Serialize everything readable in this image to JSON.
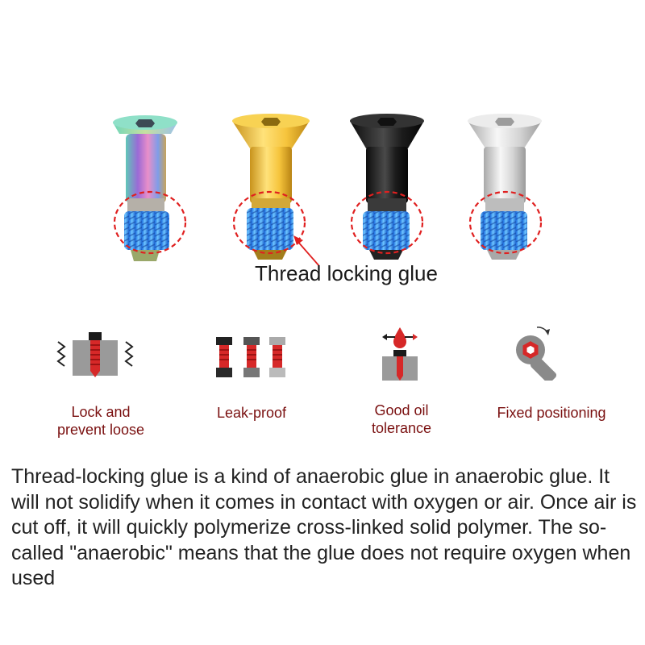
{
  "caption": "Thread locking glue",
  "colors": {
    "glue": "#3fa2ff",
    "highlight": "#e02020",
    "label": "#7a1010"
  },
  "bolts": [
    {
      "name": "rainbow-titanium",
      "finish": "#b06fd8"
    },
    {
      "name": "gold",
      "finish": "#f2c33a"
    },
    {
      "name": "black",
      "finish": "#1e1e1e"
    },
    {
      "name": "silver",
      "finish": "#d8d8d8"
    }
  ],
  "features": [
    {
      "icon": "lock-bolt-vibration-icon",
      "line1": "Lock and",
      "line2": "prevent loose"
    },
    {
      "icon": "leak-proof-bolts-icon",
      "line1": "Leak-proof",
      "line2": ""
    },
    {
      "icon": "oil-drop-bolt-icon",
      "line1": "Good oil",
      "line2": "tolerance"
    },
    {
      "icon": "wrench-hex-nut-icon",
      "line1": "Fixed positioning",
      "line2": ""
    }
  ],
  "description": "Thread-locking glue is a kind of anaerobic glue in anaerobic glue. It will not solidify when it comes in contact with oxygen or air. Once air is cut off, it will quickly polymerize cross-linked solid polymer. The so-called \"anaerobic\" means that the glue does not require oxygen when used"
}
